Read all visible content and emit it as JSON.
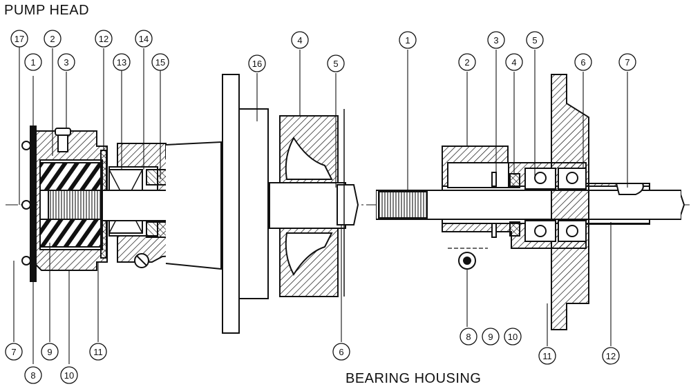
{
  "titles": {
    "pump_head": "PUMP HEAD",
    "bearing_housing": "BEARING HOUSING"
  },
  "callouts": {
    "pump_head": [
      "17",
      "1",
      "2",
      "3",
      "12",
      "13",
      "14",
      "15",
      "16",
      "4",
      "5",
      "7",
      "8",
      "9",
      "10",
      "11",
      "6"
    ],
    "bearing_housing": [
      "1",
      "2",
      "3",
      "4",
      "5",
      "6",
      "7",
      "8",
      "9",
      "10",
      "11",
      "12"
    ]
  },
  "colors": {
    "ink": "#111111",
    "paper": "#ffffff"
  }
}
